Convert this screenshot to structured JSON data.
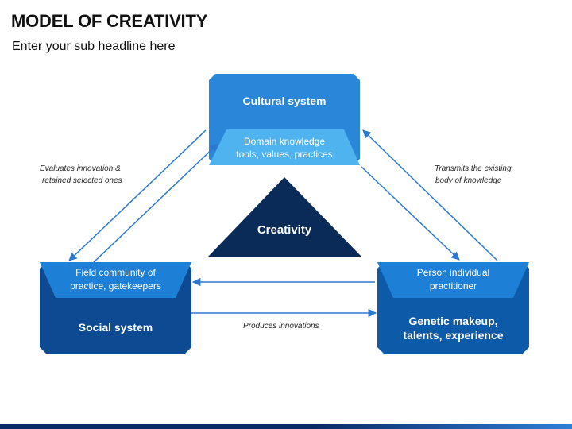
{
  "header": {
    "title": "MODEL OF CREATIVITY",
    "subtitle": "Enter your sub headline here"
  },
  "cultural": {
    "title": "Cultural system",
    "inner_line1": "Domain knowledge",
    "inner_line2": "tools, values, practices"
  },
  "social": {
    "title": "Social system",
    "inner_line1": "Field community of",
    "inner_line2": "practice, gatekeepers"
  },
  "person": {
    "inner_line1": "Person individual",
    "inner_line2": "practitioner",
    "title_line1": "Genetic makeup,",
    "title_line2": "talents, experience"
  },
  "center": {
    "label": "Creativity"
  },
  "notes": {
    "left_line1": "Evaluates innovation &",
    "left_line2": "retained selected ones",
    "right_line1": "Transmits the existing",
    "right_line2": "body of knowledge",
    "bottom": "Produces innovations"
  },
  "colors": {
    "cultural_fill": "#2a86d8",
    "cultural_inner": "#4fb3f0",
    "social_fill": "#0d4a91",
    "person_fill": "#0d5aa8",
    "band_fill": "#1d7fd6",
    "triangle_fill": "#0a2a57",
    "arrow": "#2b78d0"
  }
}
